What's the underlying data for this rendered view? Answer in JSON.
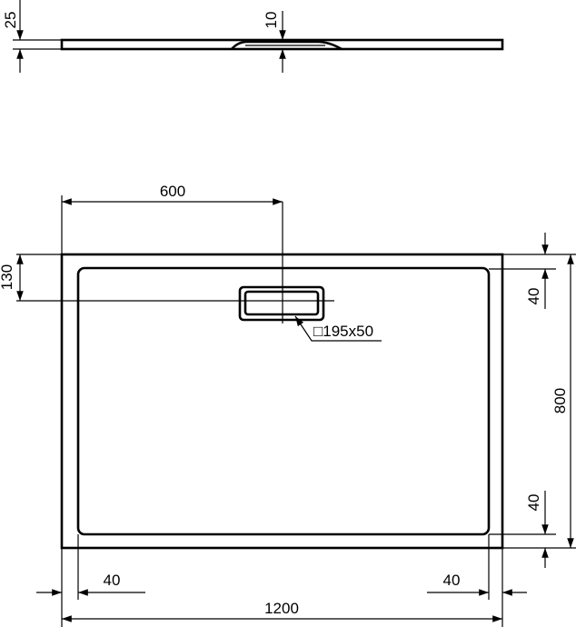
{
  "side_view": {
    "height_dim": "25",
    "drain_depth_dim": "10"
  },
  "top_view": {
    "drain_offset_x": "600",
    "drain_offset_y": "130",
    "drain_size": "□195x50",
    "width": "1200",
    "depth": "800",
    "rim_left": "40",
    "rim_right": "40",
    "rim_top": "40",
    "rim_bottom": "40"
  }
}
